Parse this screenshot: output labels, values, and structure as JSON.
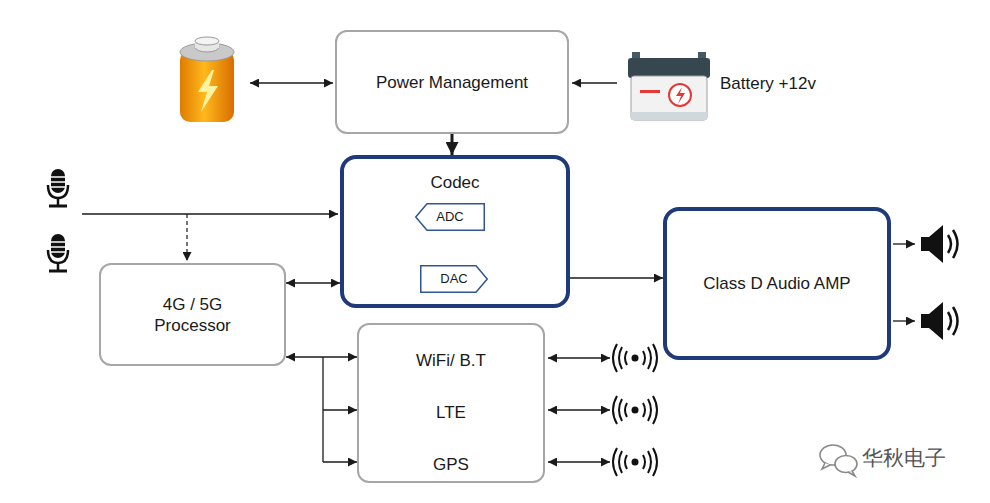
{
  "diagram": {
    "nodes": [
      {
        "text": [
          "Power Management"
        ]
      },
      {
        "text": [
          "Codec"
        ]
      },
      {
        "text": [
          "ADC"
        ],
        "in": 1
      },
      {
        "text": [
          "DAC"
        ],
        "in": 1
      },
      {
        "text": [
          "Class D Audio AMP"
        ]
      },
      {
        "text": [
          "4G / 5G Processor"
        ]
      },
      {
        "text": [
          "WiFi/ B.T",
          "LTE",
          "GPS"
        ]
      }
    ],
    "edges": [
      {
        "from": 0,
        "to": 1,
        "arrow": "to"
      },
      {
        "from": 5,
        "to": 1,
        "arrow": "both"
      },
      {
        "from": 1,
        "to": 4,
        "arrow": "to"
      },
      {
        "from": 2,
        "to": 3,
        "arrow": "to"
      },
      {
        "from": 5,
        "to": 6,
        "arrow": "both"
      }
    ],
    "labels": [
      "Battery +12v",
      "华秋电子"
    ]
  }
}
